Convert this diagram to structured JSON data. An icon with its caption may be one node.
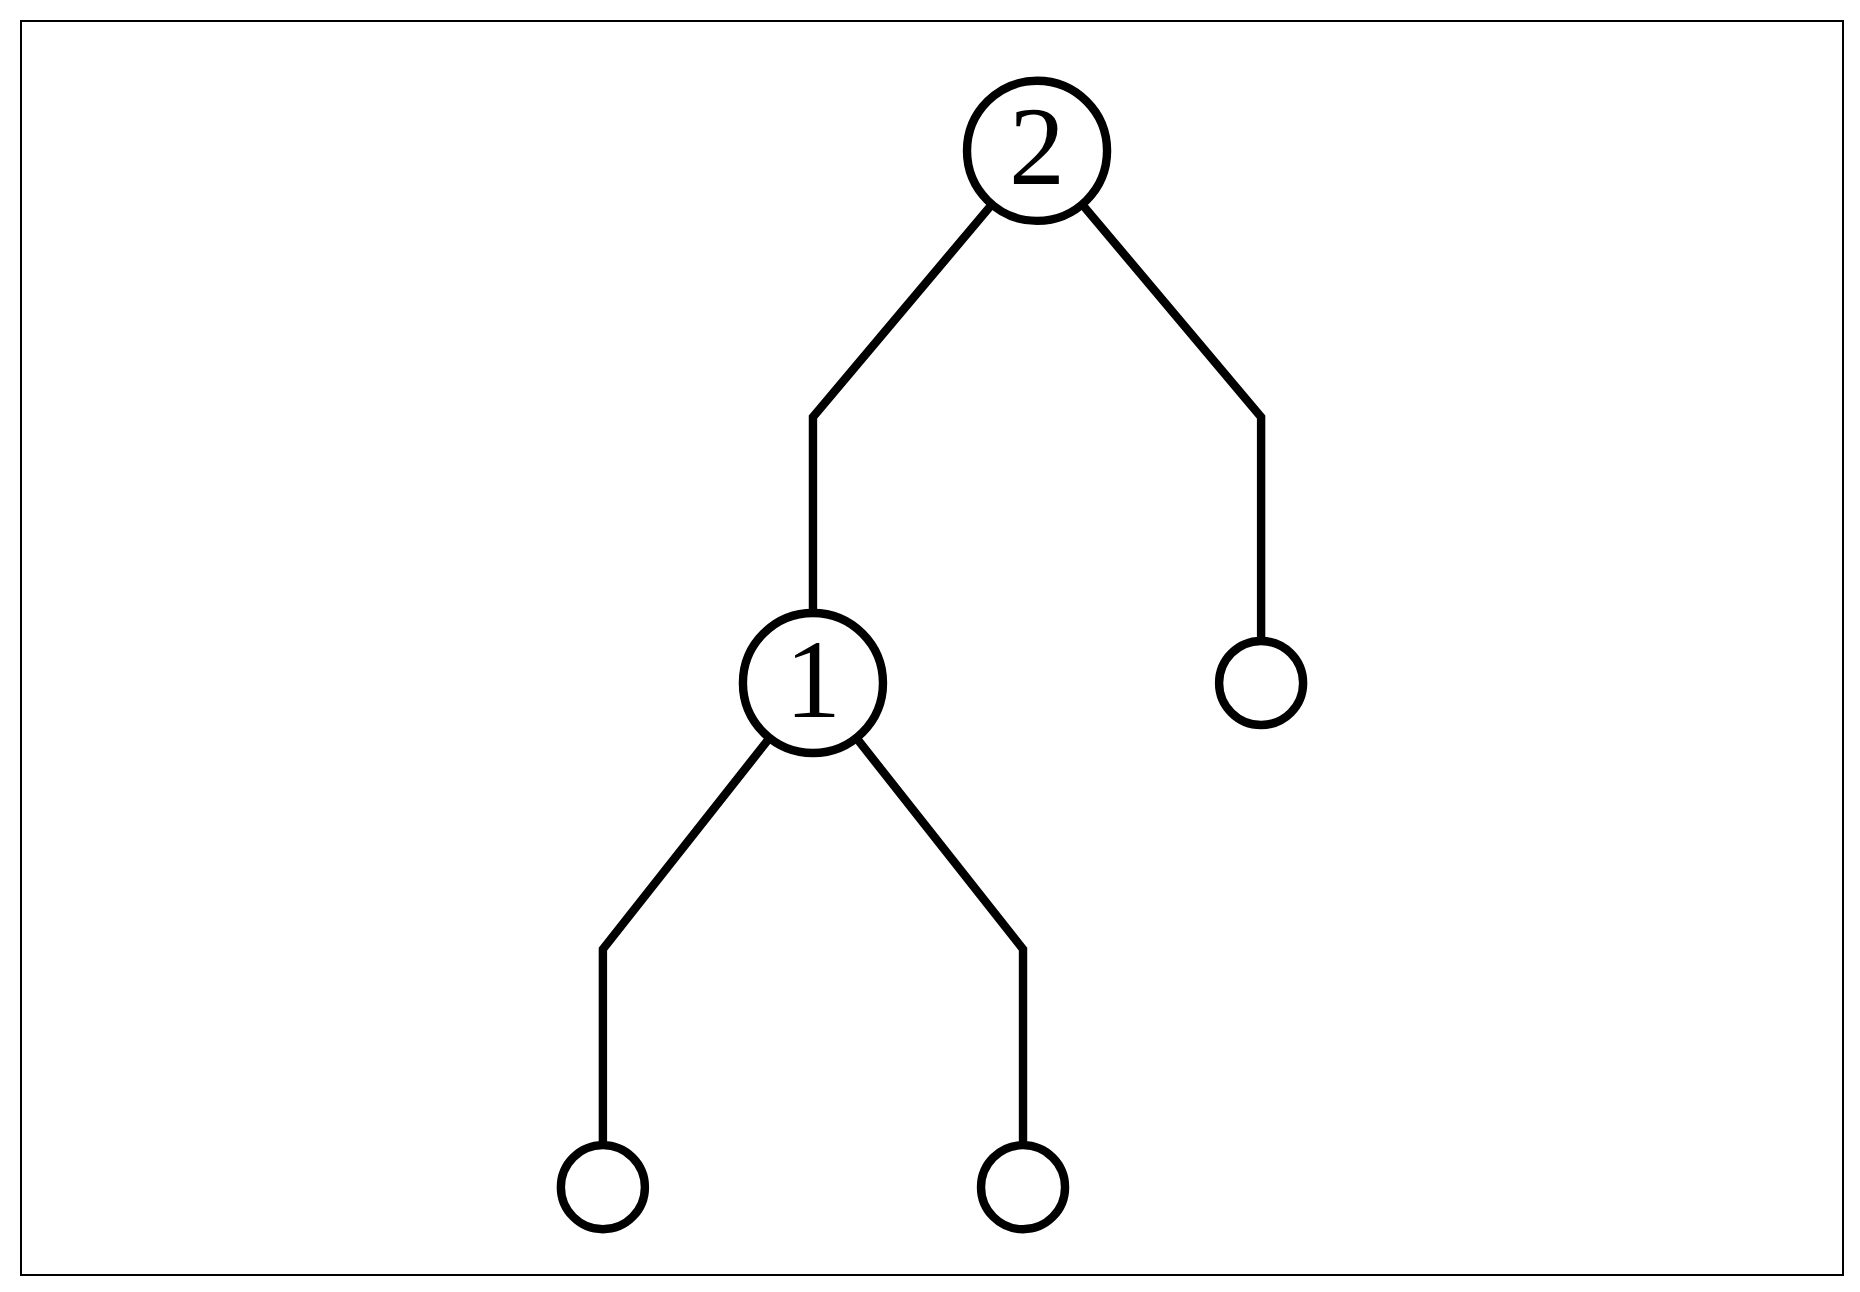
{
  "diagram": {
    "nodes": [
      {
        "text": [
          "2"
        ]
      },
      {
        "text": [
          "1"
        ]
      },
      {
        "text": [],
        "shape": "ellipse"
      },
      {
        "text": [],
        "shape": "ellipse"
      },
      {
        "text": [],
        "shape": "ellipse"
      }
    ],
    "edges": [
      {
        "from": 0,
        "to": 1,
        "arrow": "none"
      },
      {
        "from": 0,
        "to": 4,
        "arrow": "none"
      },
      {
        "from": 1,
        "to": 2,
        "arrow": "none"
      },
      {
        "from": 1,
        "to": 3,
        "arrow": "none"
      }
    ]
  }
}
